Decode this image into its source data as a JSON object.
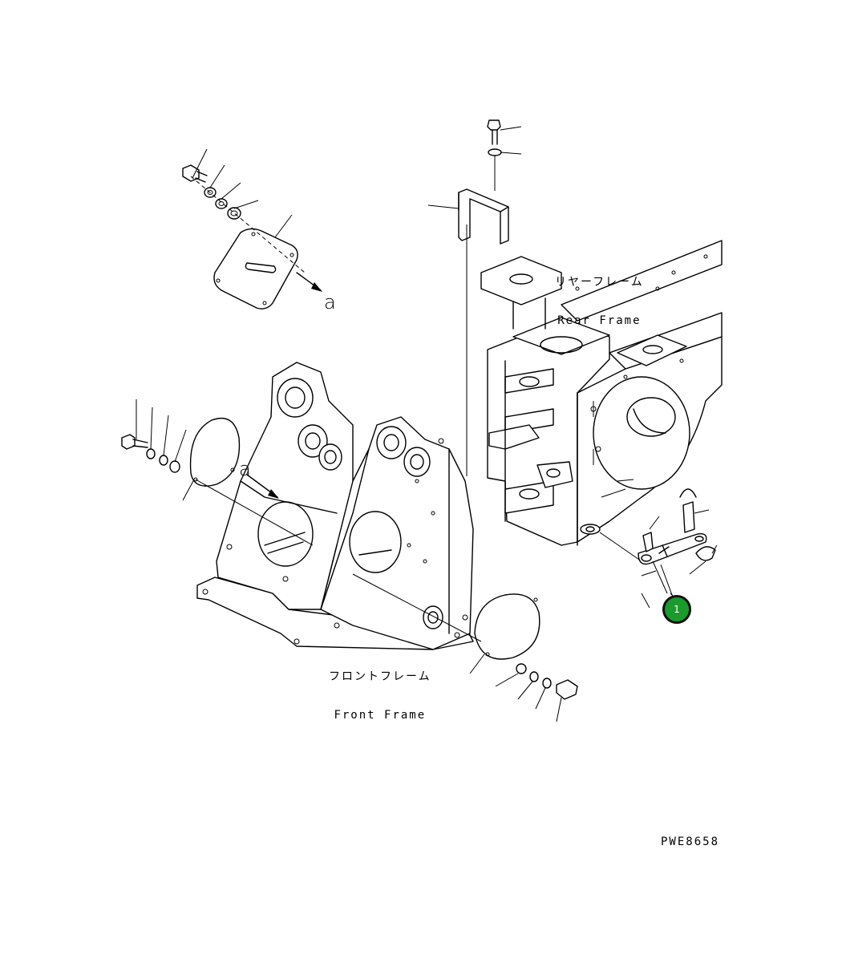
{
  "diagram": {
    "callout_letter_top": "a",
    "callout_letter_front": "a",
    "rear_frame_label_jp": "リヤーフレーム",
    "rear_frame_label_en": "Rear Frame",
    "front_frame_label_jp": "フロントフレーム",
    "front_frame_label_en": "Front Frame",
    "drawing_number": "PWE8658",
    "badge": {
      "label": "1",
      "color": "#1a9b2b"
    }
  }
}
